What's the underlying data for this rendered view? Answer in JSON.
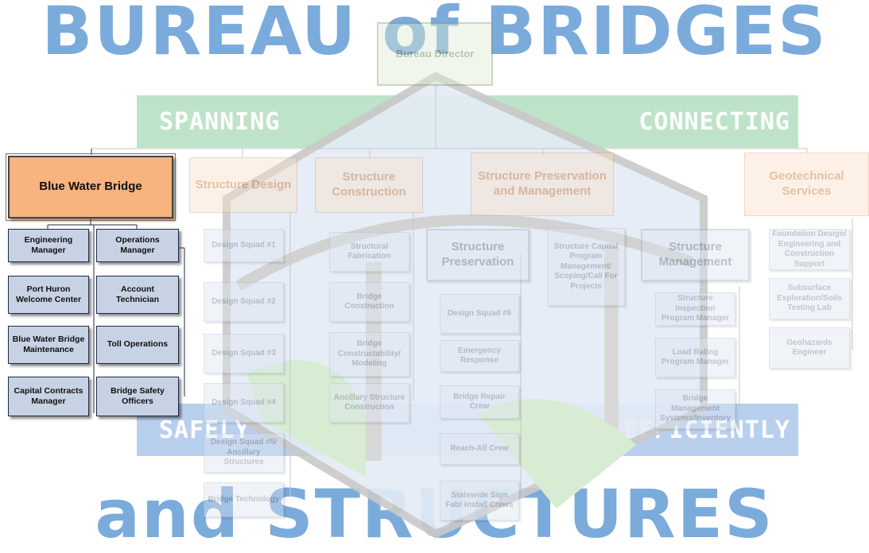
{
  "background": {
    "title_top": "BUREAU of BRIDGES",
    "title_bottom": "and STRUCTURES",
    "bands": {
      "spanning": "SPANNING",
      "connecting": "CONNECTING",
      "safely": "SAFELY",
      "efficiently": "EFFICIENTLY"
    }
  },
  "colors": {
    "focus": "#f9b37f",
    "dept": "#fbe0c8",
    "unit": "#dde5f1",
    "focus_unit": "#c7d2e4",
    "watermark": "#4f8fd0"
  },
  "director": "Bureau Director",
  "departments": {
    "blue_water_bridge": "Blue Water Bridge",
    "structure_design": "Structure Design",
    "structure_construction": "Structure Construction",
    "structure_preservation_management": "Structure Preservation and Management",
    "geotechnical_services": "Geotechnical Services"
  },
  "blue_water_bridge_units": {
    "engineering_manager": "Engineering Manager",
    "operations_manager": "Operations Manager",
    "port_huron_welcome_center": "Port Huron Welcome Center",
    "account_technician": "Account Technician",
    "bwb_maintenance": "Blue Water Bridge Maintenance",
    "toll_operations": "Toll Operations",
    "capital_contracts_manager": "Capital Contracts Manager",
    "bridge_safety_officers": "Bridge Safety Officers"
  },
  "structure_design_units": [
    "Design Squad #1",
    "Design Squad #2",
    "Design Squad #3",
    "Design Squad #4",
    "Design Squad #5/ Ancillary Structures",
    "Bridge Technology"
  ],
  "structure_construction_units": [
    "Structural Fabrication",
    "Bridge Construction",
    "Bridge Constructability/ Modeling",
    "Ancillary Structure Construction"
  ],
  "structure_preservation": {
    "title": "Structure Preservation",
    "units": [
      "Design Squad #6",
      "Emergency Response",
      "Bridge Repair Crew",
      "Reach-All Crew",
      "Statewide Sign Fab/ Install Crews"
    ]
  },
  "capital_program": "Structure Capital Program Management/ Scoping/Call For Projects",
  "structure_management": {
    "title": "Structure Management",
    "units": [
      "Structure Inspection Program Manager",
      "Load Rating Program Manager",
      "Bridge Management Systems/Inventory"
    ]
  },
  "geotechnical_units": [
    "Foundation Design/ Engineering and Construction Support",
    "Subsurface Exploration/Soils Testing Lab",
    "Geohazards Engineer"
  ]
}
